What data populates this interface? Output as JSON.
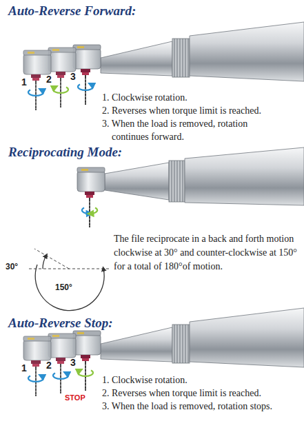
{
  "diagram": {
    "labels": [
      "Auto-Reverse Forward:",
      "1",
      "2",
      "3",
      "1. Clockwise rotation.",
      "2. Reverses when torque limit is reached.",
      "3. When the load is removed, rotation continues forward.",
      "Reciprocating Mode:",
      "30°",
      "150°",
      "The file reciprocate in a back and forth motion clockwise at 30° and counter-clockwise at 150° for a total of 180°of motion.",
      "Auto-Reverse Stop:",
      "1",
      "2",
      "3",
      "STOP",
      "1. Clockwise rotation.",
      "2. Reverses when torque limit is reached.",
      "3. When the load is removed, rotation stops."
    ]
  }
}
